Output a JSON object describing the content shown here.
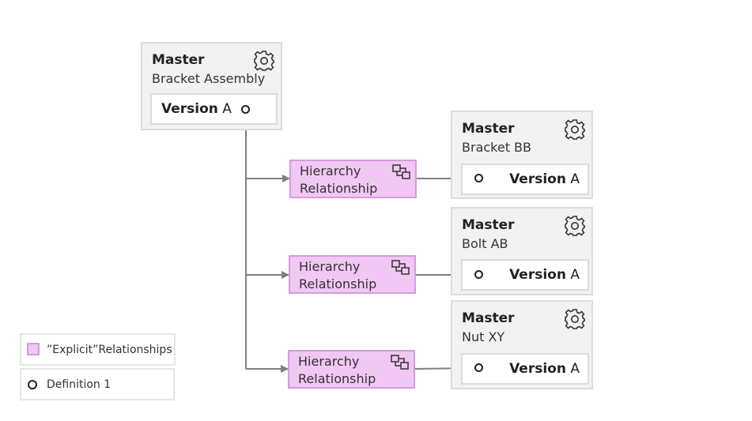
{
  "nodes": {
    "root": {
      "title": "Master",
      "name": "Bracket Assembly",
      "version_label": "Version",
      "version_value": "A"
    },
    "child1": {
      "title": "Master",
      "name": "Bracket BB",
      "version_label": "Version",
      "version_value": "A"
    },
    "child2": {
      "title": "Master",
      "name": "Bolt AB",
      "version_label": "Version",
      "version_value": "A"
    },
    "child3": {
      "title": "Master",
      "name": "Nut XY",
      "version_label": "Version",
      "version_value": "A"
    }
  },
  "relationships": [
    {
      "line1": "Hierarchy",
      "line2": "Relationship"
    },
    {
      "line1": "Hierarchy",
      "line2": "Relationship"
    },
    {
      "line1": "Hierarchy",
      "line2": "Relationship"
    }
  ],
  "legend": {
    "explicit": "”Explicit”Relationships",
    "definition": "Definition 1"
  },
  "colors": {
    "relationship_fill": "#f0c8f3",
    "relationship_border": "#d59bdd",
    "connector": "#808080",
    "box_fill": "#f2f2f2"
  },
  "icons": {
    "master": "gear-icon",
    "relationship": "linked-squares-icon"
  }
}
